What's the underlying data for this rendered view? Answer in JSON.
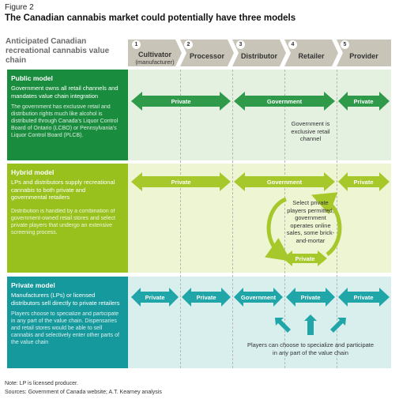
{
  "figure_label": "Figure 2",
  "title": "The Canadian cannabis market could potentially have three models",
  "chain_title": "Anticipated Canadian recreational cannabis value chain",
  "stages": [
    {
      "num": "1",
      "label": "Cultivator",
      "sub": "(manufacturer)"
    },
    {
      "num": "2",
      "label": "Processor",
      "sub": ""
    },
    {
      "num": "3",
      "label": "Distributor",
      "sub": ""
    },
    {
      "num": "4",
      "label": "Retailer",
      "sub": ""
    },
    {
      "num": "5",
      "label": "Provider",
      "sub": ""
    }
  ],
  "public": {
    "heading": "Public model",
    "desc": "Government owns all retail channels and mandates value chain integration",
    "detail": "The government has exclusive retail and distribution rights much like alcohol is distributed through Canada's Liquor Control Board of Ontario (LCBO) or Pennsylvania's Liquor Control Board (PLCB).",
    "arrows": [
      "Private",
      "Government",
      "Private"
    ],
    "note": "Government is exclusive retail channel"
  },
  "hybrid": {
    "heading": "Hybrid model",
    "desc": "LPs and distributors supply recreational cannabis to both private and governmental retailers",
    "detail": "Distribution is handled by a combination of government-owned retail stores and select private players that undergo an extensive screening process.",
    "arrows": [
      "Private",
      "Government",
      "Private"
    ],
    "note": "Select private players permitted, government operates online sales, some brick-and-mortar",
    "retail_arrow": "Private"
  },
  "private": {
    "heading": "Private model",
    "desc": "Manufacturers (LPs) or licensed distributors sell directly to private retailers",
    "detail": "Players choose to specialize and participate in any part of the value chain. Dispensaries and retail stores would be able to sell cannabis and selectively enter other parts of the value chain",
    "arrows": [
      "Private",
      "Private",
      "Government",
      "Private",
      "Private"
    ],
    "note": "Players can choose to specialize and participate in any part of the value chain"
  },
  "footnote": "Note: LP is licensed producer.",
  "sources": "Sources: Government of Canada website; A.T. Kearney analysis",
  "colors": {
    "public_dark": "#1a8c3e",
    "public_band": "#e4f1e1",
    "public_arrow": "#2f9a4a",
    "hybrid_dark": "#98c11d",
    "hybrid_band": "#eef5d3",
    "hybrid_arrow": "#a6c82a",
    "private_dark": "#16999c",
    "private_band": "#d8efee",
    "private_arrow": "#20a6a8",
    "stage_fill": "#c9c4b8"
  }
}
